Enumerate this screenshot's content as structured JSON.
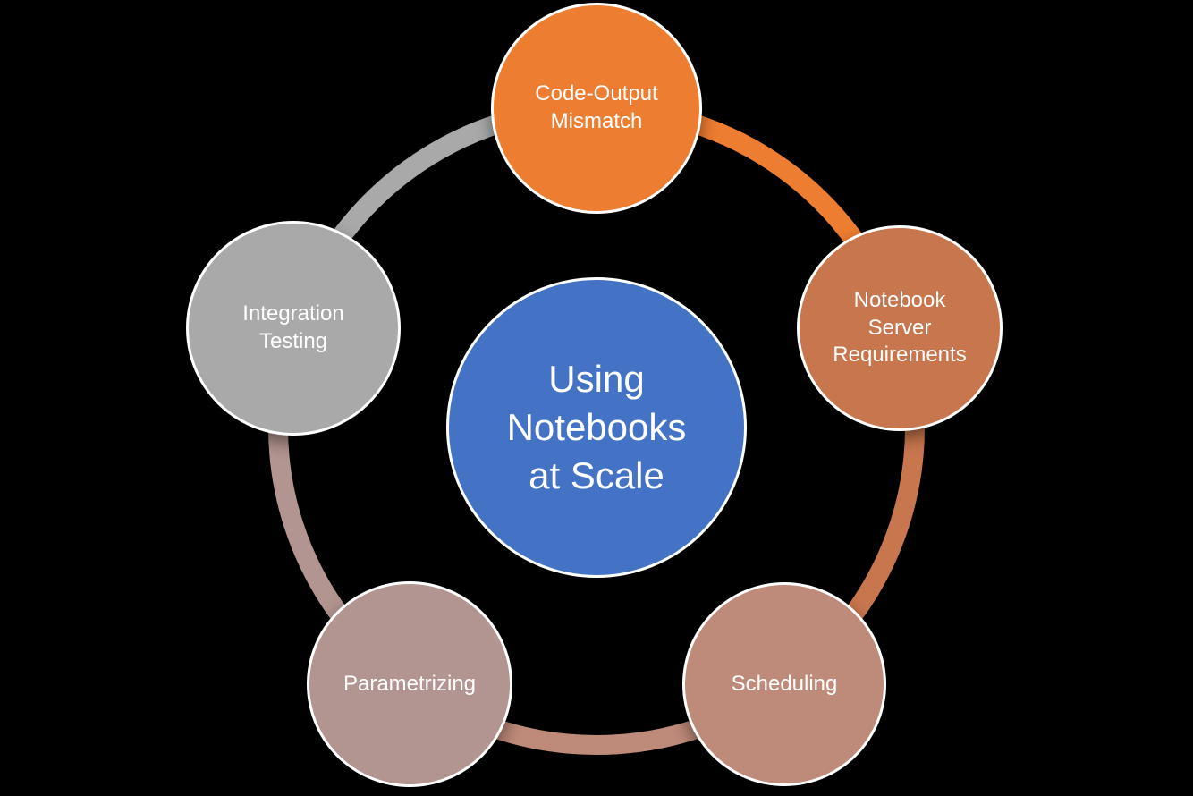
{
  "diagram": {
    "background": "#000000",
    "center": {
      "label": "Using Notebooks at Scale",
      "color": "#4472C4",
      "text_color": "#FFFFFF"
    },
    "nodes": [
      {
        "id": "code-output-mismatch",
        "label": "Code-Output Mismatch",
        "color": "#ED7D31"
      },
      {
        "id": "notebook-server-requirements",
        "label": "Notebook Server Requirements",
        "color": "#C8764D"
      },
      {
        "id": "scheduling",
        "label": "Scheduling",
        "color": "#BE8A7A"
      },
      {
        "id": "parametrizing",
        "label": "Parametrizing",
        "color": "#B29490"
      },
      {
        "id": "integration-testing",
        "label": "Integration Testing",
        "color": "#A9A9A9"
      }
    ],
    "ring": {
      "segments": [
        {
          "from": "integration-testing",
          "to": "code-output-mismatch",
          "color": "#A9A9A9"
        },
        {
          "from": "code-output-mismatch",
          "to": "notebook-server-requirements",
          "color": "#ED7D31"
        },
        {
          "from": "notebook-server-requirements",
          "to": "scheduling",
          "color": "#C8764D"
        },
        {
          "from": "scheduling",
          "to": "parametrizing",
          "color": "#BE8A7A"
        },
        {
          "from": "parametrizing",
          "to": "integration-testing",
          "color": "#B29490"
        }
      ]
    }
  }
}
